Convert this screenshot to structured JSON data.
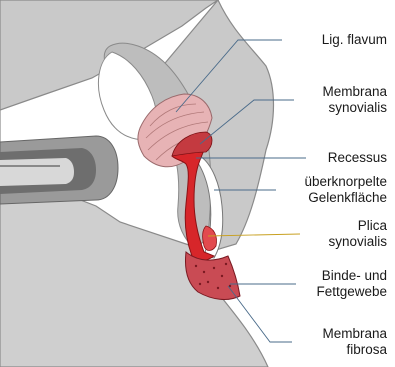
{
  "labels": {
    "lig_flavum": "Lig. flavum",
    "membrana_synovialis": [
      "Membrana",
      "synovialis"
    ],
    "recessus": "Recessus",
    "gelenkflaeche": [
      "überknorpelte",
      "Gelenkfläche"
    ],
    "plica_synovialis": [
      "Plica",
      "synovialis"
    ],
    "binde_fettgewebe": [
      "Binde- und",
      "Fettgewebe"
    ],
    "membrana_fibrosa": [
      "Membrana",
      "fibrosa"
    ]
  },
  "colors": {
    "bone_gray": "#c9c9c9",
    "bone_outline": "#8a8a8a",
    "ligament_pink": "#e7b3b5",
    "synovial_red": "#d7262a",
    "fatty_tissue": "#c94b54",
    "cartilage_white": "#ffffff",
    "dark_stripes": "#555555"
  }
}
